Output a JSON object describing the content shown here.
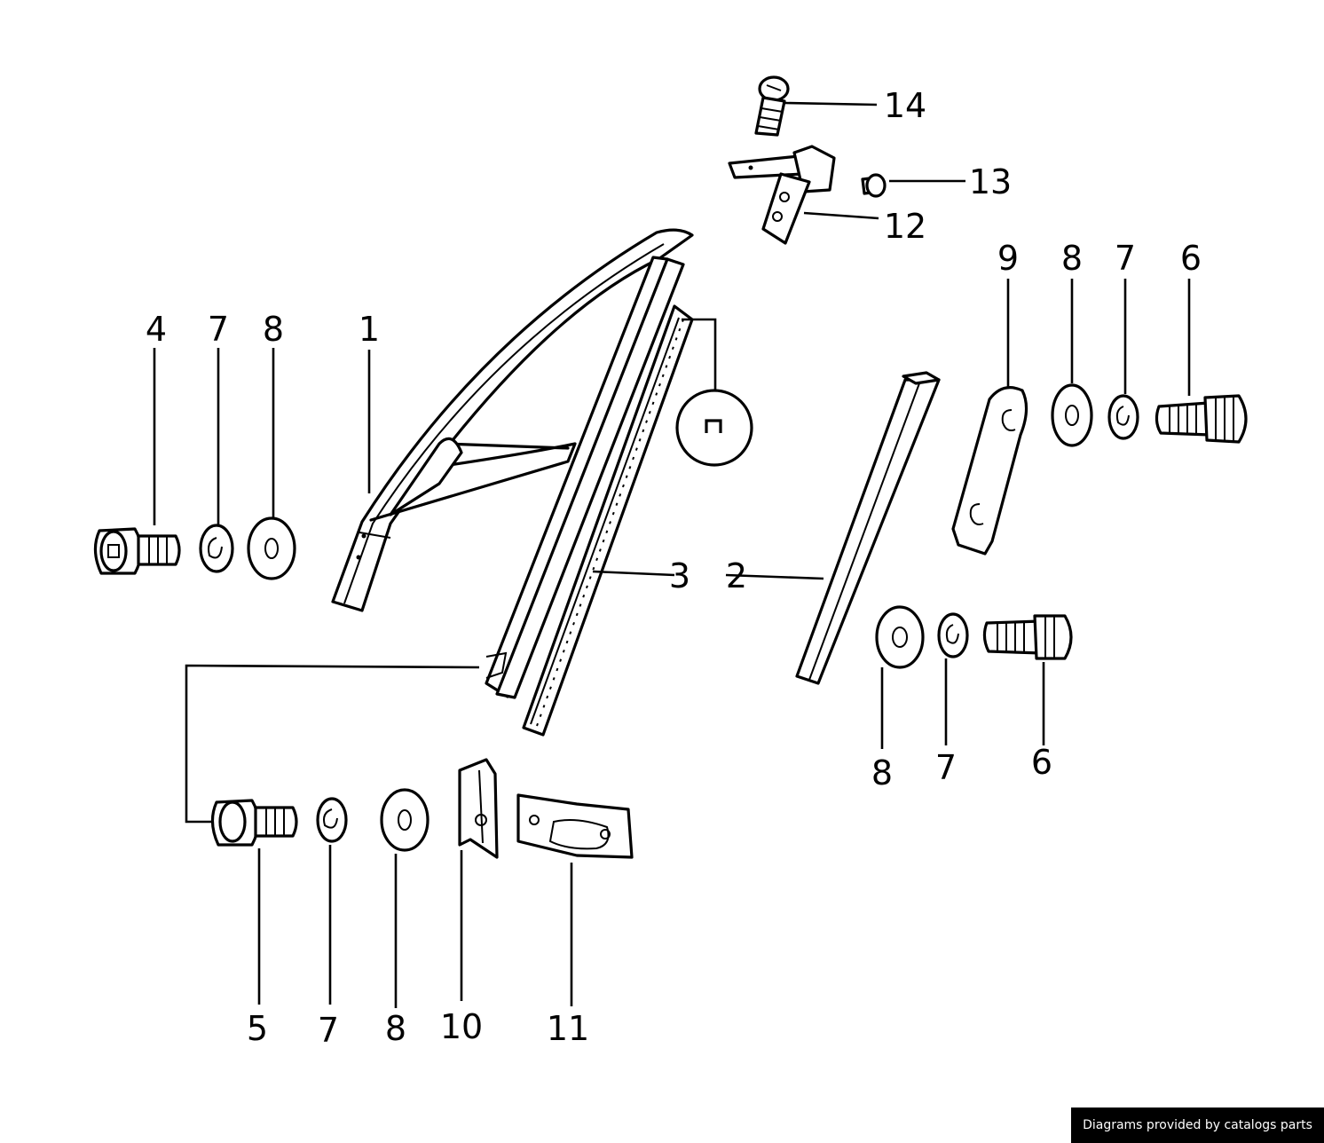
{
  "callouts": {
    "c1": "1",
    "c2": "2",
    "c3": "3",
    "c4": "4",
    "c5": "5",
    "c6a": "6",
    "c6b": "6",
    "c7a": "7",
    "c7b": "7",
    "c7c": "7",
    "c7d": "7",
    "c8a": "8",
    "c8b": "8",
    "c8c": "8",
    "c8d": "8",
    "c9": "9",
    "c10": "10",
    "c11": "11",
    "c12": "12",
    "c13": "13",
    "c14": "14"
  },
  "credit": "Diagrams provided by catalogs parts"
}
